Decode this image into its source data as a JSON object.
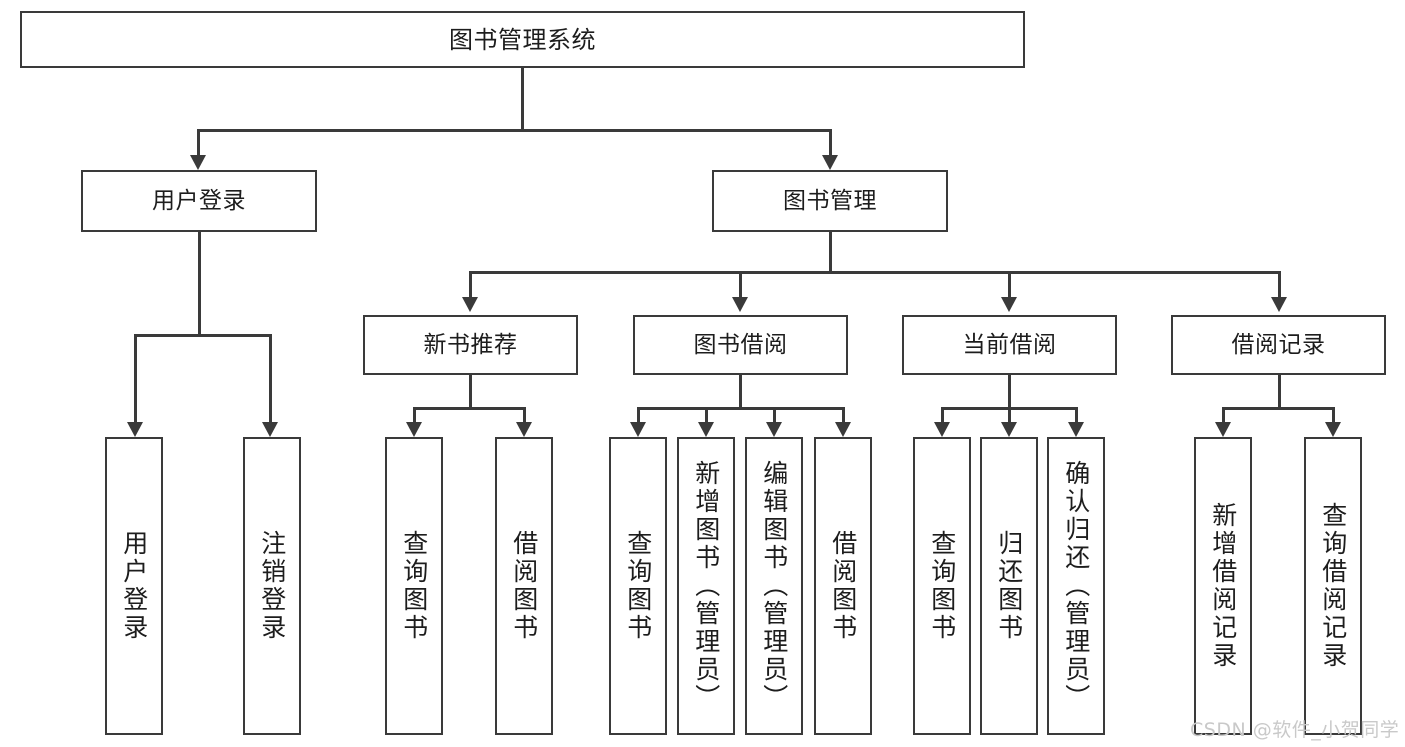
{
  "diagram": {
    "title": "图书管理系统",
    "type": "功能结构图",
    "root": {
      "label": "图书管理系统"
    },
    "level2": [
      {
        "label": "用户登录"
      },
      {
        "label": "图书管理"
      }
    ],
    "level3": [
      {
        "label": "新书推荐"
      },
      {
        "label": "图书借阅"
      },
      {
        "label": "当前借阅"
      },
      {
        "label": "借阅记录"
      }
    ],
    "leaves": {
      "user_login": [
        {
          "label": "用户登录"
        },
        {
          "label": "注销登录"
        }
      ],
      "new_book": [
        {
          "label": "查询图书"
        },
        {
          "label": "借阅图书"
        }
      ],
      "book_borrow": [
        {
          "label": "查询图书"
        },
        {
          "label": "新增图书（管理员）"
        },
        {
          "label": "编辑图书（管理员）"
        },
        {
          "label": "借阅图书"
        }
      ],
      "current_borrow": [
        {
          "label": "查询图书"
        },
        {
          "label": "归还图书"
        },
        {
          "label": "确认归还（管理员）"
        }
      ],
      "borrow_record": [
        {
          "label": "新增借阅记录"
        },
        {
          "label": "查询借阅记录"
        }
      ]
    }
  },
  "watermark": {
    "text": "CSDN @软件_小贺同学"
  },
  "colors": {
    "stroke": "#3a3a3a",
    "background": "#ffffff",
    "text": "#1d1d1d",
    "watermark": "#c9c9c9"
  }
}
